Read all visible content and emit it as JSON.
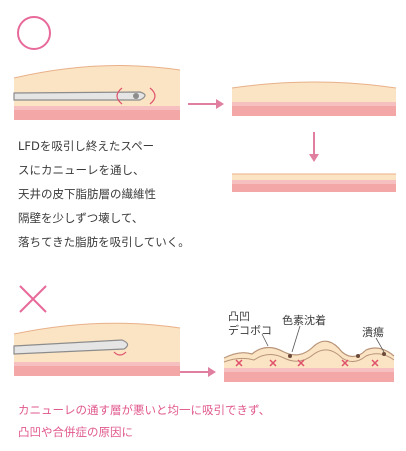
{
  "good": {
    "symbol": "○",
    "lines": [
      "LFDを吸引し終えたスペー",
      "スにカニューレを通し、",
      "天井の皮下脂肪層の繊維性",
      "隔壁を少しずつ壊して、",
      "落ちてきた脂肪を吸引していく。"
    ]
  },
  "bad": {
    "symbol": "×",
    "labels": {
      "unevenness_a": "凸凹",
      "unevenness_b": "デコボコ",
      "pigmentation": "色素沈着",
      "ulcer": "潰瘍"
    },
    "lines": [
      "カニューレの通す層が悪いと均一に吸引できず、",
      "凸凹や合併症の原因に"
    ]
  },
  "colors": {
    "good_accent": "#e76a9a",
    "bad_accent": "#e76a9a",
    "fat": "#fbe4c4",
    "skin": "#f6b5b5",
    "arrow": "#e07fa0",
    "cannula": "#8c8c8c",
    "mark": "#e0506a"
  }
}
